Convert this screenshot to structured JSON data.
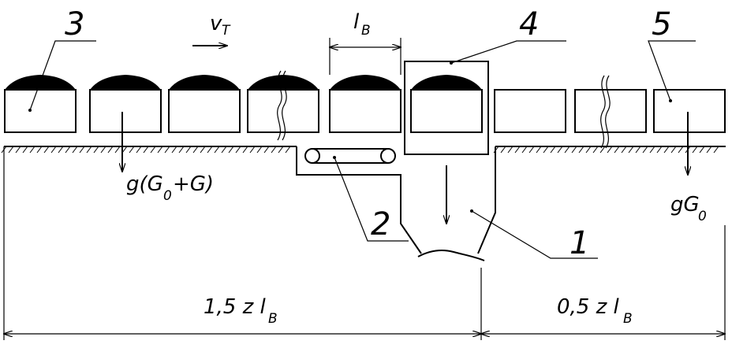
{
  "labels": {
    "part_3": "3",
    "part_4": "4",
    "part_5": "5",
    "part_2": "2",
    "part_1": "1",
    "velocity_v": "v",
    "velocity_sub": "T",
    "length_l": "l",
    "length_sub": "B"
  },
  "forces": {
    "loaded_prefix": "g(G",
    "loaded_sub": "0",
    "loaded_suffix": "+G)",
    "empty_prefix": "gG",
    "empty_sub": "0"
  },
  "dimensions": {
    "left_prefix": "1,5 z l",
    "left_sub": "B",
    "right_prefix": "0,5 z l",
    "right_sub": "B"
  }
}
